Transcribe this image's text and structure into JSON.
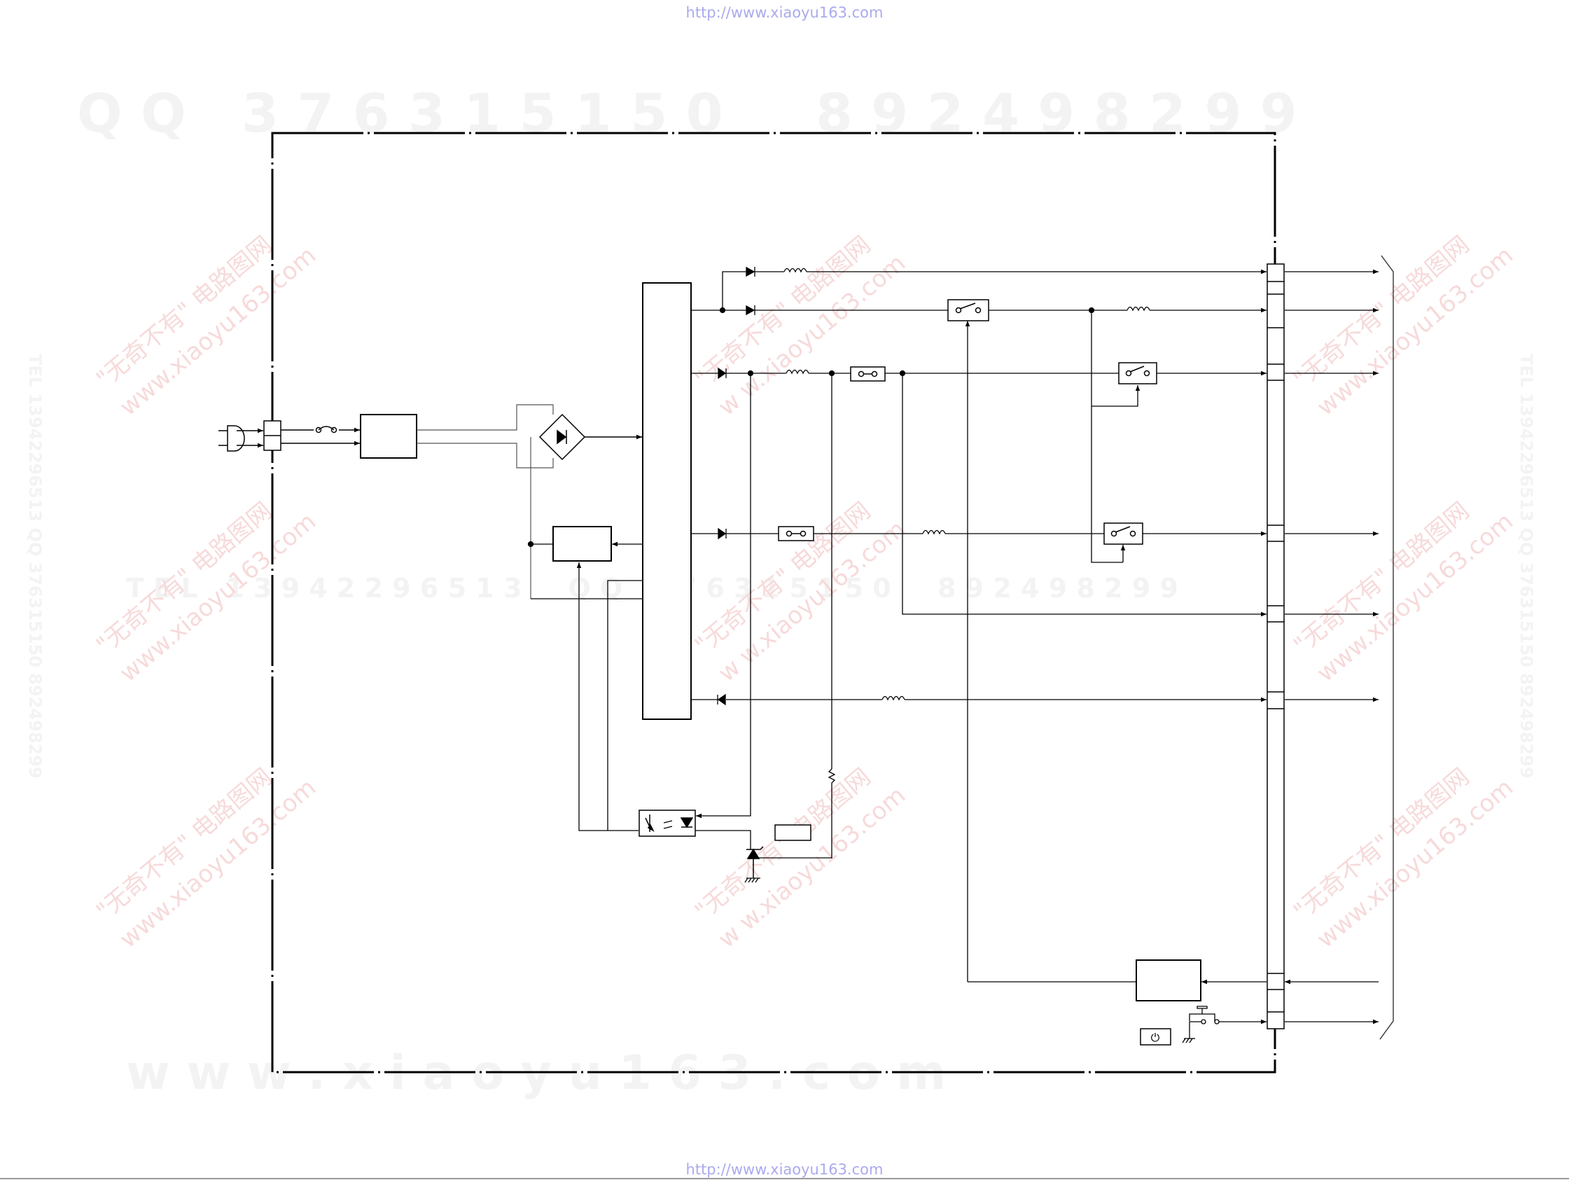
{
  "url": "http://www.xiaoyu163.com",
  "watermarks": {
    "qq_line": "Q Q   3 7 6 3 1 5 1 5 0     8 9 2 4 9 8 2 9 9",
    "tel_line": "T E L   1 3 9 4 2 2 9 6 5 1 3     Q Q   3 7 6 3 1 5 1 5 0     8 9 2 4 9 8 2 9 9",
    "www_line": "w w w . x i a o y u 1 6 3 . c o m",
    "side_text": "TEL 13942296513 QQ 376315150 892498299",
    "stamp_cn": "\"无奇不有\" 电路图网",
    "stamp_url": "www.xiaoyu163.com",
    "stamp_url_spaced": "w w.xiaoyu163.com"
  },
  "colors": {
    "line": "#000000",
    "thin_line": "#333333",
    "watermark": "#f3f3f3",
    "stamp": "#f7dada",
    "url": "#aaaaee"
  },
  "icons": [
    "ac-plug-icon",
    "fuse-icon",
    "bridge-rectifier-icon",
    "diode-icon",
    "inductor-icon",
    "relay-switch-icon",
    "photocoupler-icon",
    "zener-diode-icon",
    "resistor-icon",
    "ground-icon",
    "pushbutton-icon",
    "power-symbol-icon"
  ],
  "power_symbol": "⏻"
}
